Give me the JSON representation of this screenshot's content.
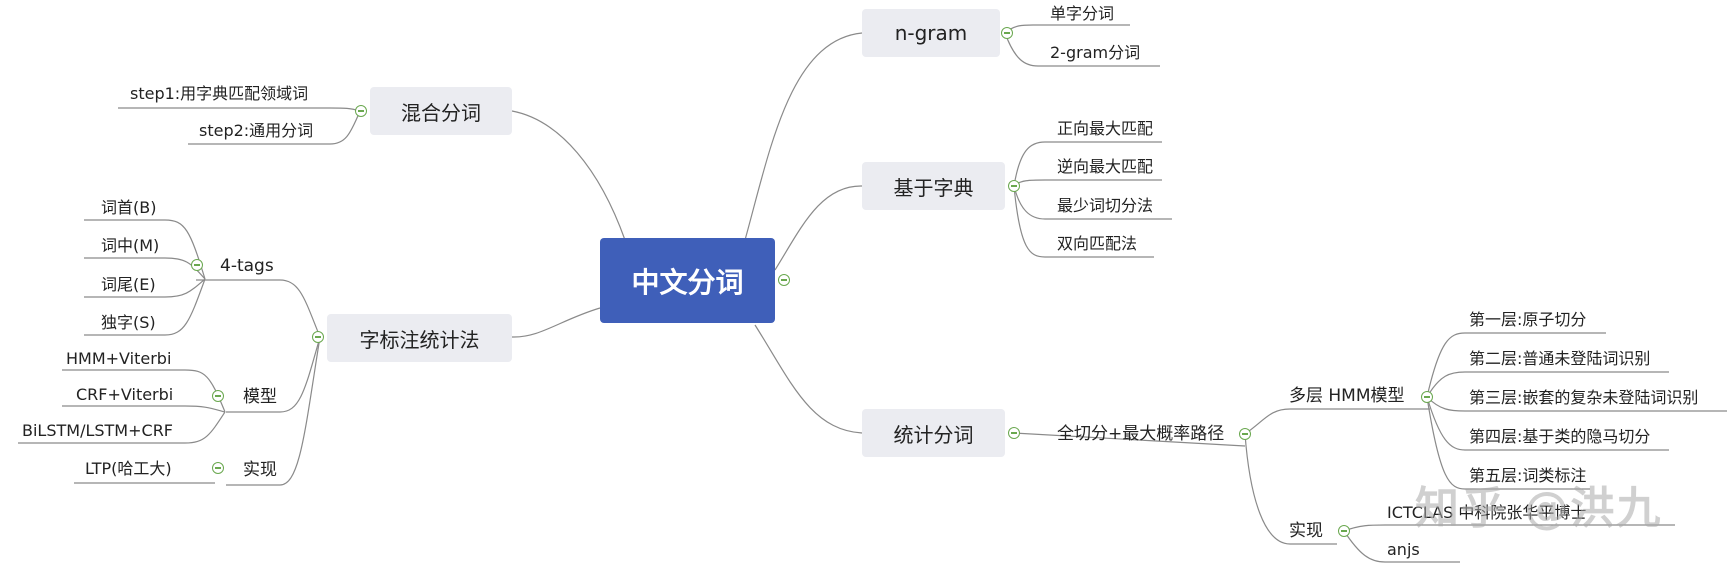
{
  "root": "中文分词",
  "branches": {
    "ngram": {
      "label": "n-gram",
      "children": [
        "单字分词",
        "2-gram分词"
      ]
    },
    "dict": {
      "label": "基于字典",
      "children": [
        "正向最大匹配",
        "逆向最大匹配",
        "最少词切分法",
        "双向匹配法"
      ]
    },
    "stat": {
      "label": "统计分词",
      "path": "全切分+最大概率路径",
      "hmm": {
        "label": "多层 HMM模型",
        "children": [
          "第一层:原子切分",
          "第二层:普通未登陆词识别",
          "第三层:嵌套的复杂未登陆词识别",
          "第四层:基于类的隐马切分",
          "第五层:词类标注"
        ]
      },
      "impl": {
        "label": "实现",
        "children": [
          "ICTCLAS 中科院张华平博士",
          "anjs"
        ]
      }
    },
    "mixed": {
      "label": "混合分词",
      "children": [
        "step1:用字典匹配领域词",
        "step2:通用分词"
      ]
    },
    "tag": {
      "label": "字标注统计法",
      "tags4": {
        "label": "4-tags",
        "children": [
          "词首(B)",
          "词中(M)",
          "词尾(E)",
          "独字(S)"
        ]
      },
      "model": {
        "label": "模型",
        "children": [
          "HMM+Viterbi",
          "CRF+Viterbi",
          "BiLSTM/LSTM+CRF"
        ]
      },
      "impl": {
        "label": "实现",
        "children": [
          "LTP(哈工大)"
        ]
      }
    }
  },
  "watermark": "知乎 @洪九"
}
